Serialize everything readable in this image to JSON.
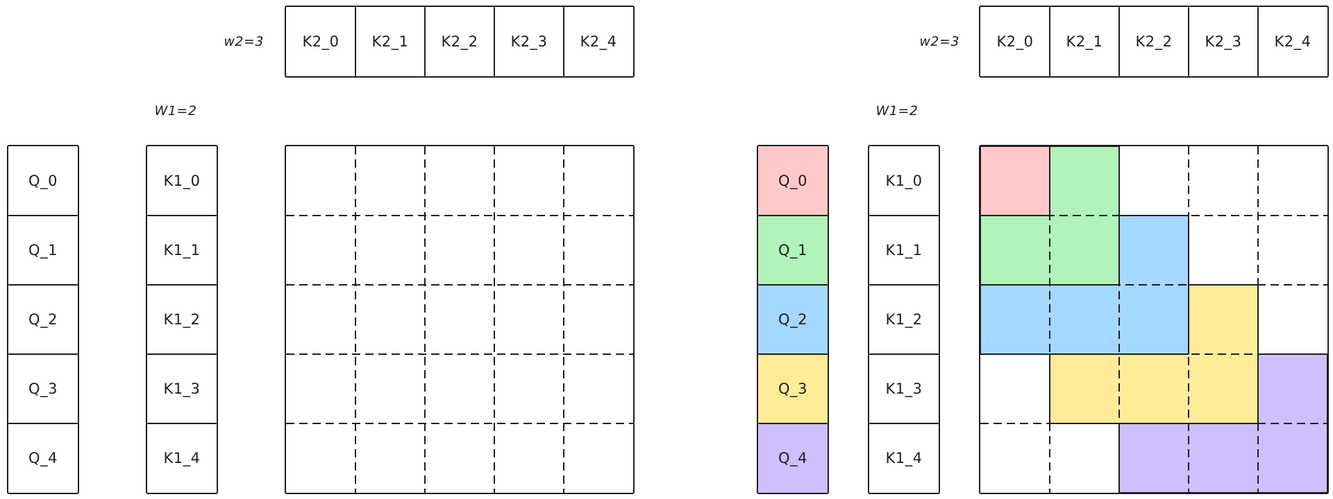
{
  "diagram": {
    "stroke": "#1e1e1e",
    "colors": {
      "pink": "#ffc9c9",
      "green": "#b2f2bb",
      "blue": "#a5d8ff",
      "yellow": "#ffec99",
      "purple": "#d0bfff",
      "white": "#ffffff"
    },
    "left_panel": {
      "w2_label": "w2=3",
      "w1_label": "W1=2",
      "k2_cells": [
        "K2_0",
        "K2_1",
        "K2_2",
        "K2_3",
        "K2_4"
      ],
      "q_cells": [
        "Q_0",
        "Q_1",
        "Q_2",
        "Q_3",
        "Q_4"
      ],
      "k1_cells": [
        "K1_0",
        "K1_1",
        "K1_2",
        "K1_3",
        "K1_4"
      ],
      "grid": {
        "rows": 5,
        "cols": 5,
        "regions": []
      }
    },
    "right_panel": {
      "w2_label": "w2=3",
      "w1_label": "W1=2",
      "k2_cells": [
        "K2_0",
        "K2_1",
        "K2_2",
        "K2_3",
        "K2_4"
      ],
      "q_cells": [
        "Q_0",
        "Q_1",
        "Q_2",
        "Q_3",
        "Q_4"
      ],
      "q_fills": [
        "pink",
        "green",
        "blue",
        "yellow",
        "purple"
      ],
      "k1_cells": [
        "K1_0",
        "K1_1",
        "K1_2",
        "K1_3",
        "K1_4"
      ],
      "grid": {
        "rows": 5,
        "cols": 5,
        "regions": [
          {
            "color": "purple",
            "row": 3,
            "col": 2,
            "row_span": 2,
            "col_span": 3
          },
          {
            "color": "yellow",
            "row": 2,
            "col": 1,
            "row_span": 2,
            "col_span": 3
          },
          {
            "color": "blue",
            "row": 1,
            "col": 0,
            "row_span": 2,
            "col_span": 3
          },
          {
            "color": "green",
            "row": 0,
            "col": 0,
            "row_span": 2,
            "col_span": 2
          },
          {
            "color": "pink",
            "row": 0,
            "col": 0,
            "row_span": 1,
            "col_span": 1
          }
        ]
      }
    }
  }
}
